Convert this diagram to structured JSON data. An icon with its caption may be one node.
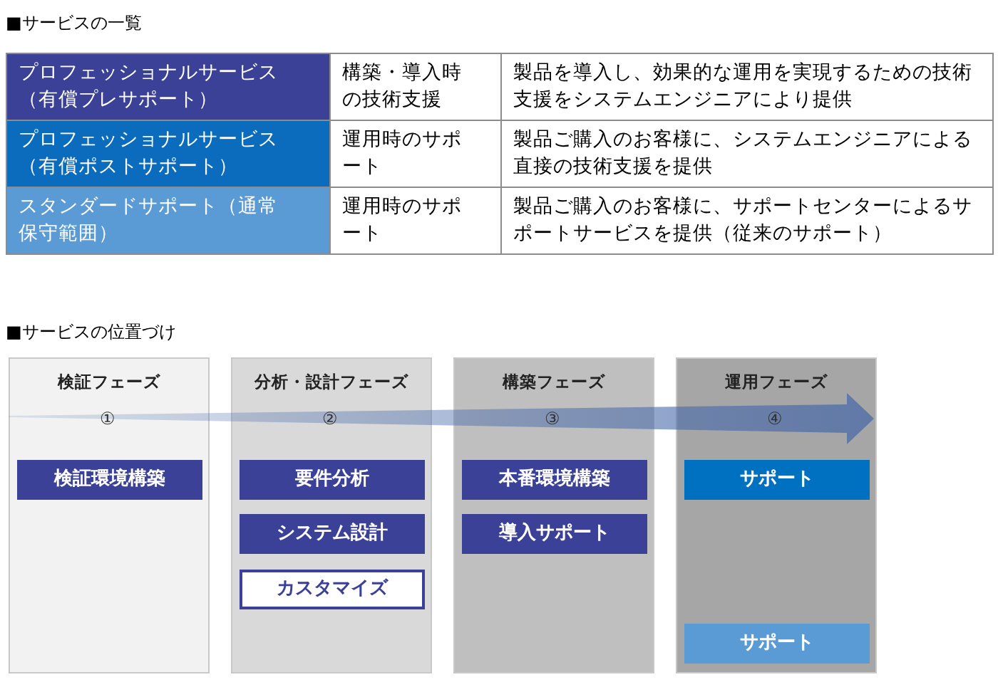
{
  "diagram": {
    "nodes": [
      {
        "text": [
          "検証フェーズ"
        ]
      },
      {
        "text": [
          "検証環境構築"
        ],
        "in": 0
      },
      {
        "text": [
          "分析・設計フェーズ"
        ]
      },
      {
        "text": [
          "要件分析"
        ],
        "in": 2
      },
      {
        "text": [
          "システム設計"
        ],
        "in": 2
      },
      {
        "text": [
          "カスタマイズ"
        ],
        "in": 2
      },
      {
        "text": [
          "構築フェーズ"
        ]
      },
      {
        "text": [
          "本番環境構築"
        ],
        "in": 6
      },
      {
        "text": [
          "導入サポート"
        ],
        "in": 6
      },
      {
        "text": [
          "運用フェーズ"
        ]
      },
      {
        "text": [
          "サポート"
        ],
        "in": 9
      },
      {
        "text": [
          "サポート"
        ],
        "in": 9
      }
    ],
    "edges": [
      {
        "from": 0,
        "to": 9,
        "arrow": "to"
      }
    ],
    "labels": [
      "■サービスの一覧",
      "プロフェッショナルサービス（有償プレサポート）",
      "構築・導入時の技術支援",
      "製品を導入し、効果的な運用を実現するための技術支援をシステムエンジニアにより提供",
      "プロフェッショナルサービス（有償ポストサポート）",
      "運用時のサポート",
      "製品ご購入のお客様に、システムエンジニアによる直接の技術支援を提供",
      "スタンダードサポート（通常保守範囲）",
      "運用時のサポート",
      "製品ご購入のお客様に、サポートセンターによるサポートサービスを提供（従来のサポート）",
      "■サービスの位置づけ",
      "①",
      "②",
      "③",
      "④"
    ]
  }
}
